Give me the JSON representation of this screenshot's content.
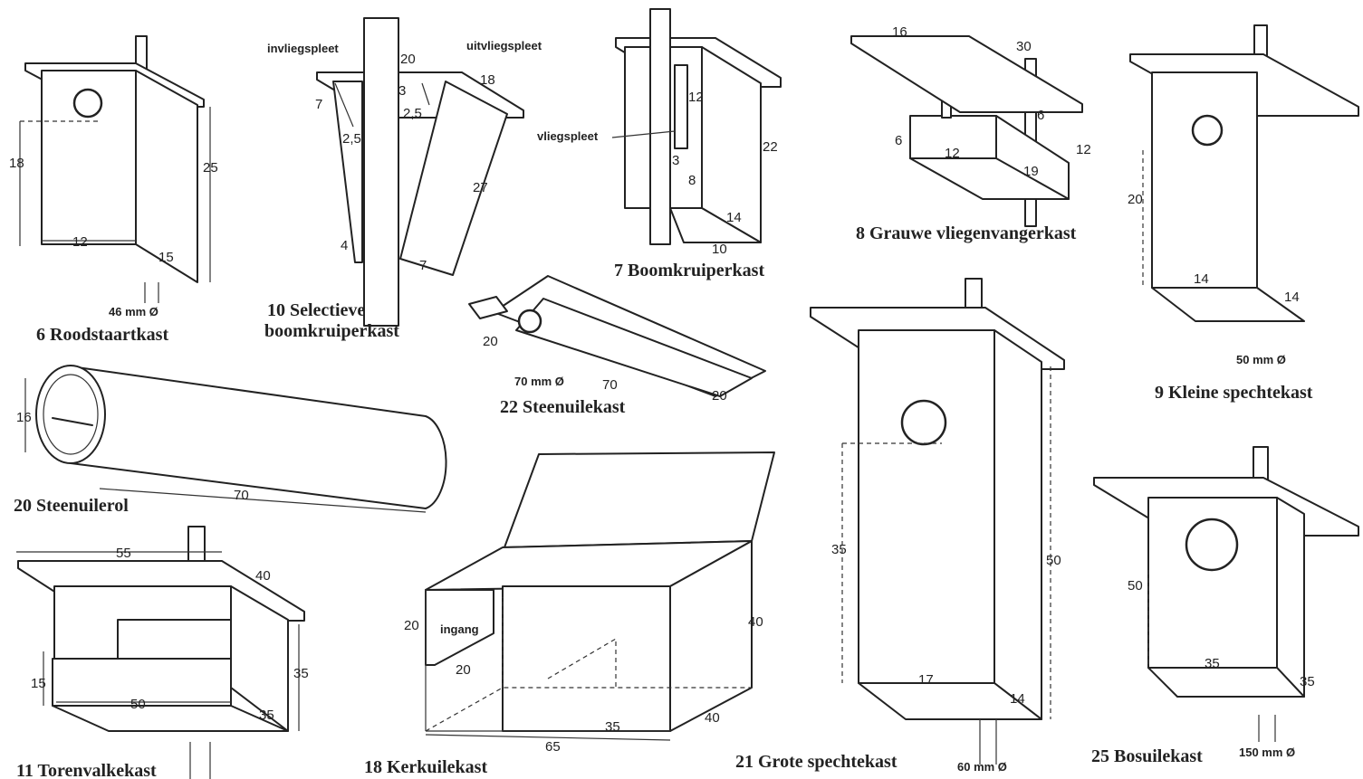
{
  "boxes": [
    {
      "title": "6 Roodstaartkast",
      "dims": [
        "18",
        "25",
        "12",
        "15"
      ],
      "hole": "46 mm Ø"
    },
    {
      "title_line1": "10 Selectieve",
      "title_line2": "boomkruiperkast",
      "dims": [
        "20",
        "18",
        "7",
        "3",
        "2,5",
        "2,5",
        "27",
        "4",
        "7"
      ],
      "labels": [
        "invliegspleet",
        "uitvliegspleet"
      ]
    },
    {
      "title": "7 Boomkruiperkast",
      "dims": [
        "12",
        "22",
        "3",
        "8",
        "14",
        "10"
      ],
      "labels": [
        "vliegspleet"
      ]
    },
    {
      "title": "8 Grauwe vliegenvangerkast",
      "dims": [
        "16",
        "30",
        "6",
        "6",
        "12",
        "12",
        "19"
      ]
    },
    {
      "title": "9 Kleine spechtekast",
      "dims": [
        "20",
        "14",
        "14"
      ],
      "hole": "50 mm Ø"
    },
    {
      "title": "22 Steenuilekast",
      "dims": [
        "20",
        "70",
        "20"
      ],
      "hole": "70 mm Ø"
    },
    {
      "title": "20 Steenuilerol",
      "dims": [
        "16",
        "70"
      ]
    },
    {
      "title": "21 Grote spechtekast",
      "dims": [
        "35",
        "50",
        "17",
        "14"
      ],
      "hole": "60 mm Ø"
    },
    {
      "title": "11 Torenvalkekast",
      "dims": [
        "55",
        "40",
        "15",
        "35",
        "50",
        "35"
      ]
    },
    {
      "title": "18 Kerkuilekast",
      "dims": [
        "20",
        "40",
        "20",
        "40",
        "35",
        "65"
      ],
      "labels": [
        "ingang"
      ]
    },
    {
      "title": "25 Bosuilekast",
      "dims": [
        "50",
        "35",
        "35"
      ],
      "hole": "150 mm Ø"
    }
  ]
}
